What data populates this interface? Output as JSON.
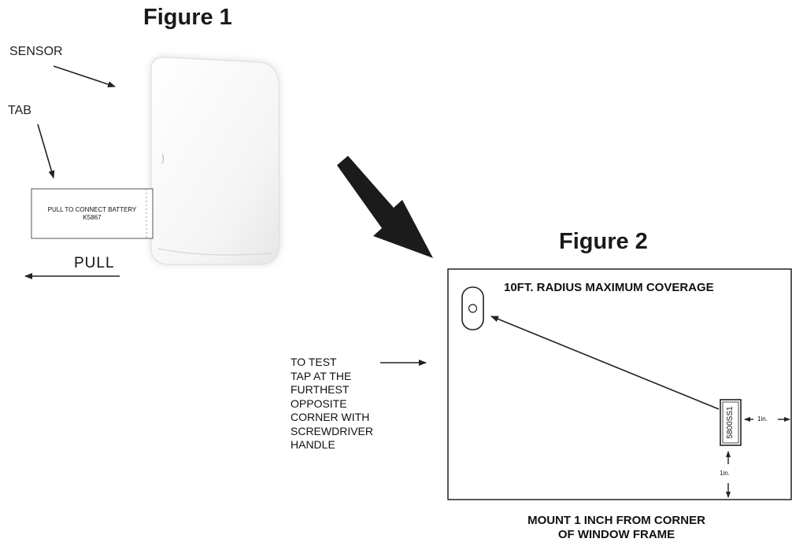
{
  "figure1": {
    "title": "Figure 1",
    "sensor_label": "SENSOR",
    "tab_label": "TAB",
    "tab_text_line1": "PULL TO CONNECT BATTERY",
    "tab_text_line2": "K5867",
    "pull_label": "PULL"
  },
  "figure2": {
    "title": "Figure 2",
    "coverage_label": "10FT. RADIUS MAXIMUM COVERAGE",
    "sensor_model": "5800SS1",
    "side_margin_label": "1in.",
    "bottom_margin_label": "1in.",
    "test_instructions": [
      "TO TEST",
      "TAP AT THE",
      "FURTHEST",
      "OPPOSITE",
      "CORNER WITH",
      "SCREWDRIVER",
      "HANDLE"
    ],
    "mount_line1": "MOUNT 1 INCH FROM CORNER",
    "mount_line2": "OF WINDOW FRAME"
  },
  "colors": {
    "line": "#222222",
    "sensor_body": "#f7f7f7",
    "tab_fill": "#ffffff"
  }
}
